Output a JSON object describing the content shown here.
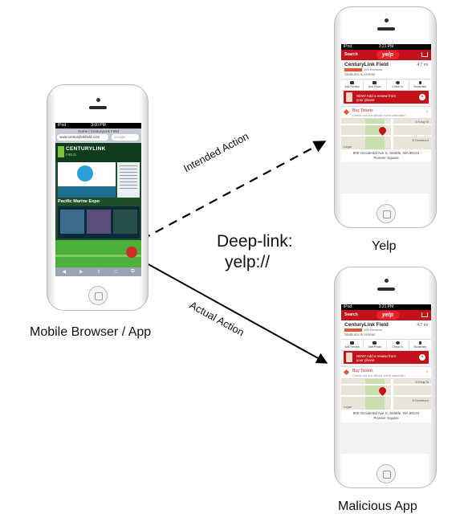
{
  "labels": {
    "browser_caption": "Mobile Browser / App",
    "yelp_caption": "Yelp",
    "malicious_caption": "Malicious App",
    "deep_link_line1": "Deep-link:",
    "deep_link_line2": "yelp://",
    "intended_action": "Intended Action",
    "actual_action": "Actual Action"
  },
  "browser_phone": {
    "status_left": "iPod",
    "status_time": "3:00 PM",
    "page_title": "Home | CenturyLink Field",
    "url": "www.centurylinkfield.com",
    "search_placeholder": "Google",
    "site_brand": "CENTURYLINK",
    "site_sub": "FIELD",
    "site_event": "Pacific Marine Expo",
    "toolbar_icons": [
      "back-icon",
      "forward-icon",
      "share-icon",
      "bookmarks-icon",
      "tabs-icon"
    ]
  },
  "yelp_phone": {
    "status_left": "iPod",
    "status_time": "3:21 PM",
    "nav_search": "Search",
    "nav_logo": "yelp",
    "business_name": "CenturyLink Field",
    "distance": "4.7 mi",
    "reviews": "195 Reviews",
    "category": "Stadiums & Arenas",
    "actions": [
      "Add Review",
      "Add Photo",
      "Check In",
      "Bookmark"
    ],
    "banner_text_1": "NEW! Add a review from",
    "banner_text_2": "your phone",
    "tickets_title": "Buy Tickets",
    "tickets_sub": "Check out our official event calendar!",
    "map_labels": [
      "S King St",
      "S Dearborn",
      "Legal"
    ],
    "address_line1": "800 Occidental Ave S, Seattle, WA 98134",
    "address_line2": "Pioneer Square"
  },
  "colors": {
    "yelp_red": "#c4121a",
    "field_green": "#4caf3a",
    "arrow": "#000000"
  }
}
